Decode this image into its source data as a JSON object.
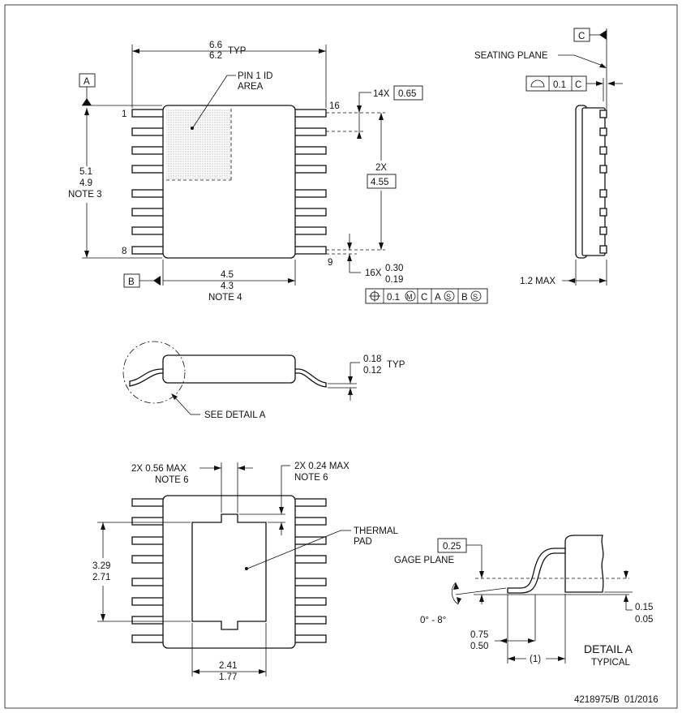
{
  "top_view": {
    "width_typ_max": "6.6",
    "width_typ_min": "6.2",
    "width_typ_suffix": "TYP",
    "pin1_label_line1": "PIN 1 ID",
    "pin1_label_line2": "AREA",
    "datum_a": "A",
    "datum_b": "B",
    "length_max": "5.1",
    "length_min": "4.9",
    "length_note": "NOTE 3",
    "pin_1": "1",
    "pin_8": "8",
    "pin_9": "9",
    "pin_16": "16",
    "pitch_prefix": "14X",
    "pitch_value": "0.65",
    "span_prefix": "2X",
    "span_value": "4.55",
    "lead_width_prefix": "16X",
    "lead_width_max": "0.30",
    "lead_width_min": "0.19",
    "body_width_max": "4.5",
    "body_width_min": "4.3",
    "body_width_note": "NOTE 4",
    "fcf_tol": "0.1",
    "fcf_c": "C",
    "fcf_a": "A",
    "fcf_b": "B",
    "fcf_mod_m": "M",
    "fcf_mod_s": "S"
  },
  "side_view": {
    "datum_c": "C",
    "seating_plane": "SEATING PLANE",
    "flatness_tol": "0.1",
    "flatness_datum": "C",
    "height": "1.2 MAX"
  },
  "end_view": {
    "lead_thk_max": "0.18",
    "lead_thk_min": "0.12",
    "lead_thk_suffix": "TYP",
    "see_detail": "SEE DETAIL A"
  },
  "bottom_view": {
    "slot_w_label": "2X 0.56 MAX",
    "slot_w_note": "NOTE 6",
    "slot_d_label": "2X 0.24 MAX",
    "slot_d_note": "NOTE 6",
    "pad_label_line1": "THERMAL",
    "pad_label_line2": "PAD",
    "pad_h_max": "3.29",
    "pad_h_min": "2.71",
    "pad_w_max": "2.41",
    "pad_w_min": "1.77"
  },
  "detail_a": {
    "gage_value": "0.25",
    "gage_plane": "GAGE PLANE",
    "angle": "0° - 8°",
    "standoff_max": "0.15",
    "standoff_min": "0.05",
    "foot_max": "0.75",
    "foot_min": "0.50",
    "ref": "(1)",
    "title": "DETAIL A",
    "subtitle": "TYPICAL"
  },
  "footer": {
    "doc_id": "4218975/B  01/2016"
  }
}
